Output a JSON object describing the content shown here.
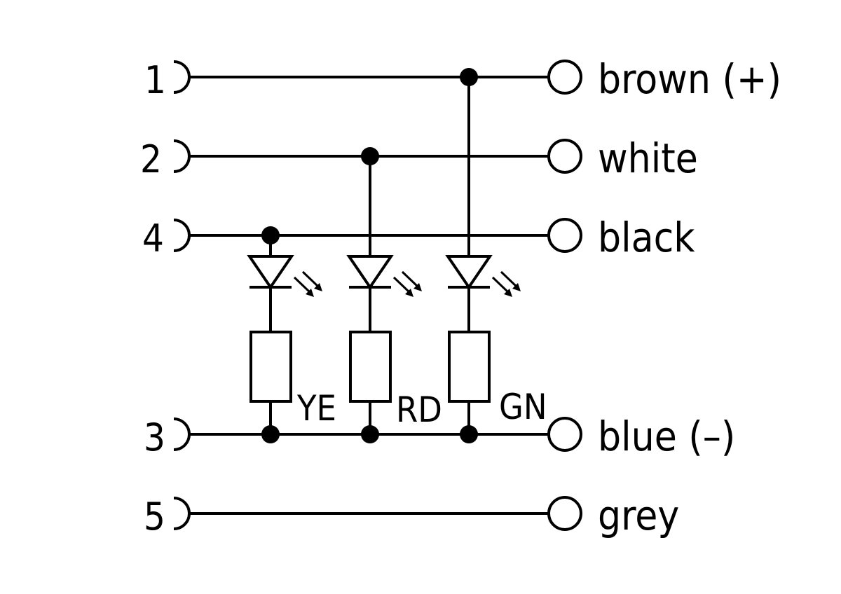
{
  "pins": [
    {
      "id": "1",
      "wire": "brown (+)"
    },
    {
      "id": "2",
      "wire": "white"
    },
    {
      "id": "4",
      "wire": "black"
    },
    {
      "id": "3",
      "wire": "blue (–)"
    },
    {
      "id": "5",
      "wire": "grey"
    }
  ],
  "leds": [
    {
      "label": "YE"
    },
    {
      "label": "RD"
    },
    {
      "label": "GN"
    }
  ]
}
